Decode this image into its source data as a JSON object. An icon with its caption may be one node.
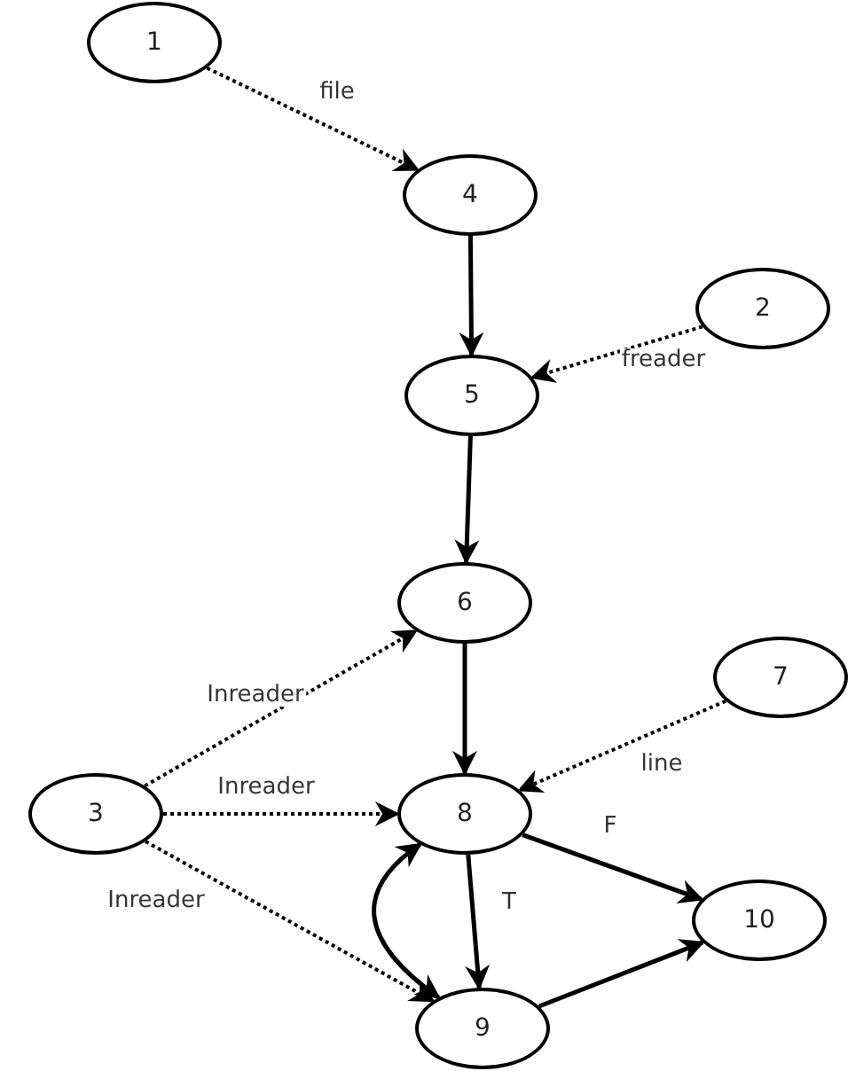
{
  "diagram": {
    "nodes": [
      {
        "text": [
          "1"
        ]
      },
      {
        "text": [
          "4"
        ]
      },
      {
        "text": [
          "2"
        ]
      },
      {
        "text": [
          "5"
        ]
      },
      {
        "text": [
          "6"
        ]
      },
      {
        "text": [
          "7"
        ]
      },
      {
        "text": [
          "3"
        ]
      },
      {
        "text": [
          "8"
        ]
      },
      {
        "text": [
          "10"
        ]
      },
      {
        "text": [
          "9"
        ]
      }
    ],
    "edges": [
      {
        "from": 0,
        "to": 1,
        "arrow": "to",
        "style": "dashed",
        "label": "file"
      },
      {
        "from": 1,
        "to": 3,
        "arrow": "to"
      },
      {
        "from": 2,
        "to": 3,
        "arrow": "to",
        "style": "dashed",
        "label": "freader"
      },
      {
        "from": 3,
        "to": 4,
        "arrow": "to"
      },
      {
        "from": 6,
        "to": 4,
        "arrow": "to",
        "style": "dashed",
        "label": "Inreader"
      },
      {
        "from": 4,
        "to": 7,
        "arrow": "to"
      },
      {
        "from": 5,
        "to": 7,
        "arrow": "to",
        "style": "dashed",
        "label": "line"
      },
      {
        "from": 6,
        "to": 7,
        "arrow": "to",
        "style": "dashed",
        "label": "Inreader"
      },
      {
        "from": 6,
        "to": 9,
        "arrow": "to",
        "style": "dashed",
        "label": "Inreader"
      },
      {
        "from": 7,
        "to": 9,
        "arrow": "to",
        "label": "T"
      },
      {
        "from": 7,
        "to": 8,
        "arrow": "to",
        "label": "F"
      },
      {
        "from": 9,
        "to": 8,
        "arrow": "to"
      },
      {
        "from": 9,
        "to": 7,
        "arrow": "both"
      }
    ]
  }
}
